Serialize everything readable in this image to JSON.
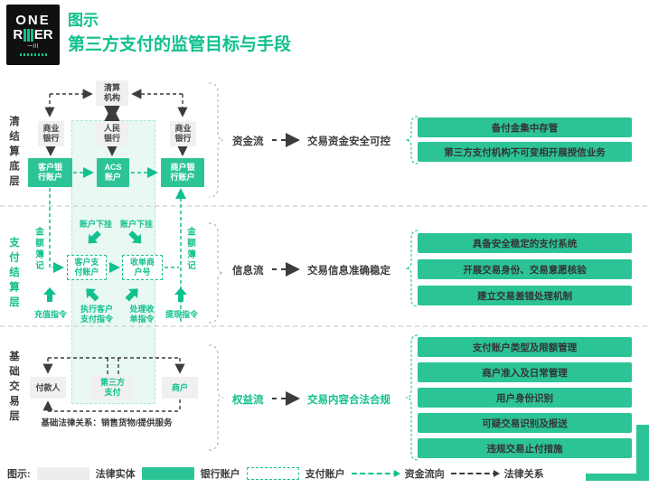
{
  "theme": {
    "accent": "#10c08e",
    "green2": "#2cc497",
    "panel": "#e9f8f2",
    "panelborder": "#aee7d2",
    "gray": "#f0f0f0",
    "ink": "#3c3c3c",
    "divider": "#c2c2c2"
  },
  "logo": {
    "top": "ONE",
    "mid_left": "R",
    "mid_right": "ER",
    "sub": "一川"
  },
  "header": {
    "eyebrow": "图示",
    "title": "第三方支付的监管目标与手段"
  },
  "layers": [
    {
      "label": "清结算底层"
    },
    {
      "label": "支付结算层"
    },
    {
      "label": "基础交易层"
    }
  ],
  "fc": {
    "clearing": "清算\n机构",
    "bank_left": "商业\n银行",
    "pboc": "人民\n银行",
    "bank_right": "商业\n银行",
    "cust_bank_acct": "客户银\n行账户",
    "acs": "ACS\n账户",
    "merch_bank_acct": "商户银\n行账户",
    "hang_left": "账户下挂",
    "hang_right": "账户下挂",
    "ledger_left": "金额簿记",
    "ledger_right": "金额簿记",
    "cust_pay_acct": "客户支\n付账户",
    "acq_merch_no": "收单商\n户号",
    "cmd_recharge": "充值指令",
    "cmd_exec": "执行客户\n支付指令",
    "cmd_acq": "处理收\n单指令",
    "cmd_withdraw": "提现指令",
    "payer": "付款人",
    "third_party": "第三方\n支付",
    "merchant": "商户",
    "caption": "基础法律关系：销售货物/提供服务"
  },
  "flows": [
    {
      "label": "资金流",
      "target": "交易资金安全可控",
      "boxes": [
        "备付金集中存管",
        "第三方支付机构不可变相开展授信业务"
      ]
    },
    {
      "label": "信息流",
      "target": "交易信息准确稳定",
      "boxes": [
        "具备安全稳定的支付系统",
        "开展交易身份、交易意愿核验",
        "建立交易差错处理机制"
      ]
    },
    {
      "label": "权益流",
      "target": "交易内容合法合规",
      "boxes": [
        "支付账户类型及限额管理",
        "商户准入及日常管理",
        "用户身份识别",
        "可疑交易识别及报送",
        "违规交易止付措施"
      ]
    }
  ],
  "legend": {
    "title": "图示:",
    "items": [
      {
        "swatch": "gray",
        "label": "法律实体"
      },
      {
        "swatch": "green",
        "label": "银行账户"
      },
      {
        "swatch": "dashed",
        "label": "支付账户"
      },
      {
        "swatch": "arrow-green",
        "label": "资金流向"
      },
      {
        "swatch": "arrow-black",
        "label": "法律关系"
      }
    ]
  }
}
